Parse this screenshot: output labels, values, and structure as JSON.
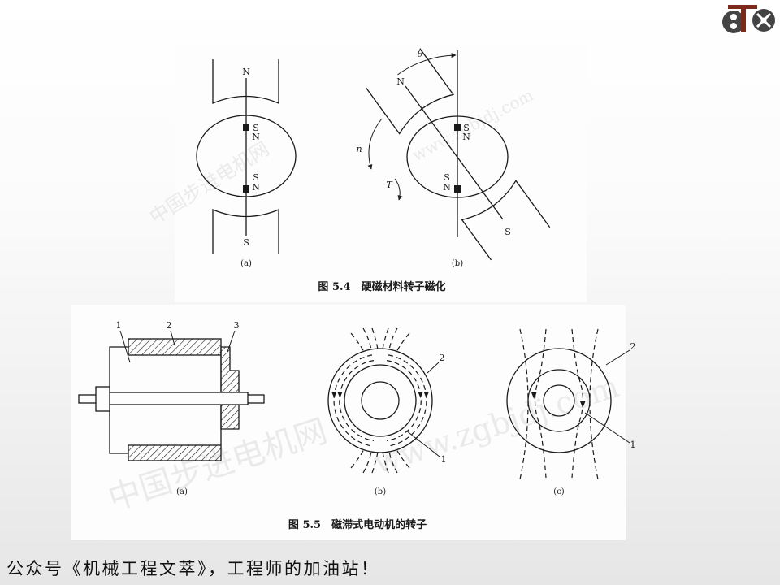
{
  "footer": "公众号《机械工程文萃》，工程师的加油站！",
  "watermark": {
    "cn": "中国步进电机网",
    "url": "www.zgbjdj.com"
  },
  "fig54": {
    "caption": "图 5.4　硬磁材料转子磁化",
    "a": {
      "label": "(a)",
      "top_pole": "N",
      "bottom_pole": "S",
      "upper_magnet": [
        "S",
        "N"
      ],
      "lower_magnet": [
        "S",
        "N"
      ]
    },
    "b": {
      "label": "(b)",
      "angle": "θ",
      "axis_top": "N",
      "axis_bottom": "S",
      "rotation": "n",
      "torque": "T",
      "upper_magnet": [
        "S",
        "N"
      ],
      "lower_magnet": [
        "S",
        "N"
      ]
    }
  },
  "fig55": {
    "caption": "图 5.5　磁滞式电动机的转子",
    "a": {
      "label": "(a)",
      "parts": [
        "1",
        "2",
        "3"
      ]
    },
    "b": {
      "label": "(b)",
      "parts": [
        "2",
        "1"
      ]
    },
    "c": {
      "label": "(c)",
      "parts": [
        "2",
        "1"
      ]
    }
  },
  "colors": {
    "ink": "#1a1a1a",
    "logo_dark": "#444444",
    "logo_accent": "#7a2a1a"
  }
}
